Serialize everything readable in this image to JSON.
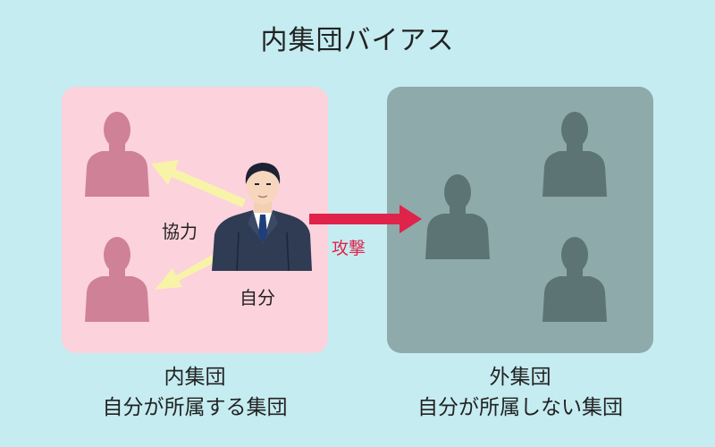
{
  "title": "内集団バイアス",
  "in_group": {
    "caption_line1": "内集団",
    "caption_line2": "自分が所属する集団",
    "panel_color": "#fcd2dc",
    "silhouette_color": "#cf8197"
  },
  "out_group": {
    "caption_line1": "外集団",
    "caption_line2": "自分が所属しない集団",
    "panel_color": "#8eaaab",
    "silhouette_color": "#5c7474"
  },
  "labels": {
    "cooperation": "協力",
    "self": "自分",
    "attack": "攻撃"
  },
  "colors": {
    "background": "#c5ecf1",
    "cooperation_arrow": "#f7f3a8",
    "attack_arrow": "#e0234a"
  },
  "icons": [
    "person-silhouette-icon",
    "businessman-icon",
    "arrow-icon"
  ]
}
